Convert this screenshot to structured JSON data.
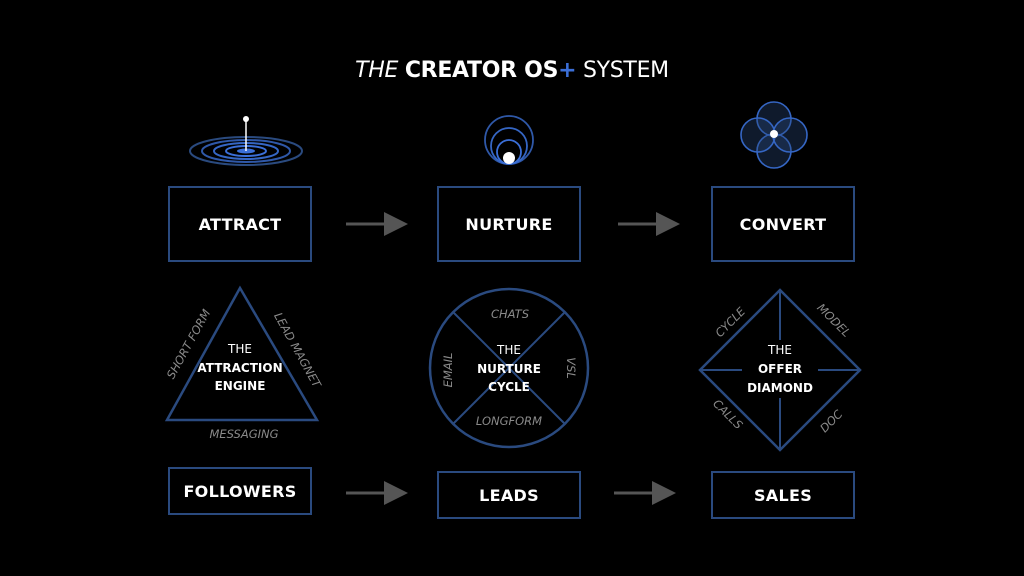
{
  "title": {
    "part_the": "THE",
    "part_creator_os": "CREATOR OS",
    "part_plus": "+",
    "part_system": "SYSTEM"
  },
  "stages": {
    "attract": "ATTRACT",
    "nurture": "NURTURE",
    "convert": "CONVERT"
  },
  "outcomes": {
    "followers": "FOLLOWERS",
    "leads": "LEADS",
    "sales": "SALES"
  },
  "attraction_engine": {
    "the": "THE",
    "line1": "ATTRACTION",
    "line2": "ENGINE",
    "left_side": "SHORT FORM",
    "right_side": "LEAD MAGNET",
    "bottom_side": "MESSAGING"
  },
  "nurture_cycle": {
    "the": "THE",
    "line1": "NURTURE",
    "line2": "CYCLE",
    "top": "CHATS",
    "left": "EMAIL",
    "right": "VSL",
    "bottom": "LONGFORM"
  },
  "offer_diamond": {
    "the": "THE",
    "line1": "OFFER",
    "line2": "DIAMOND",
    "top_left": "CYCLE",
    "top_right": "MODEL",
    "bottom_left": "CALLS",
    "bottom_right": "DOC"
  },
  "colors": {
    "background": "#000000",
    "border_blue": "#2a4a7f",
    "accent_blue": "#3b6fd8",
    "arrow_gray": "#555555",
    "label_gray": "#8a8a8a"
  },
  "icons": {
    "attract": "ripple-target-icon",
    "nurture": "nested-circles-icon",
    "convert": "overlapping-circles-icon"
  }
}
